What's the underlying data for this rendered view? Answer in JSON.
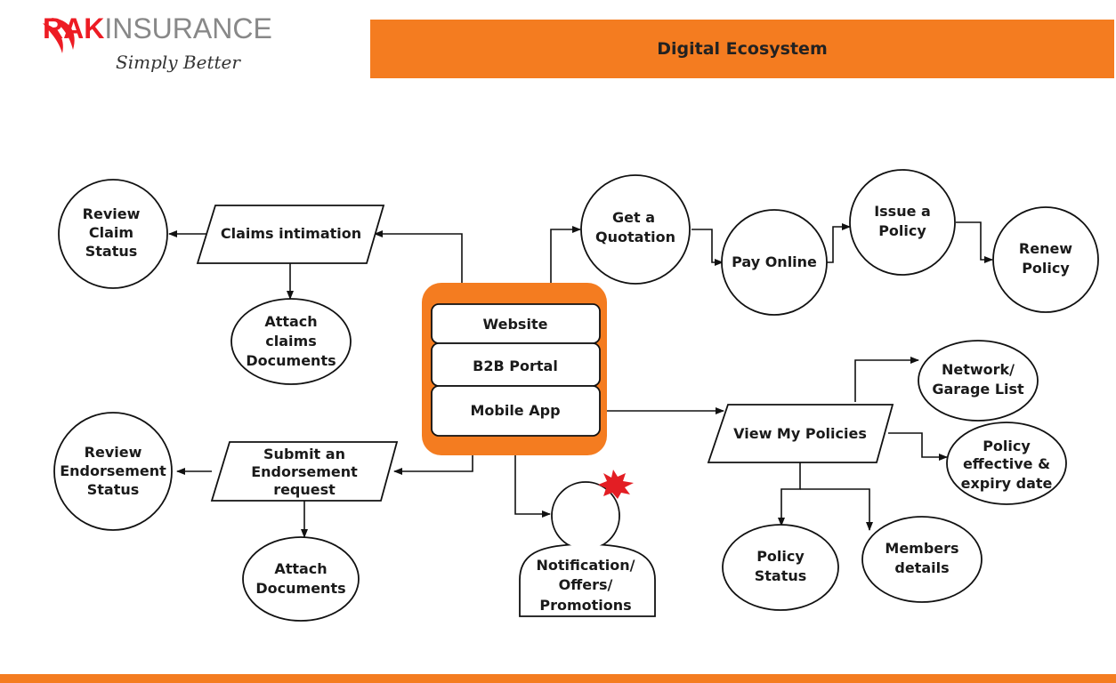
{
  "logo": {
    "brand_bold": "RAK",
    "brand_regular": "INSURANCE",
    "tagline": "Simply Better",
    "icon": "rak-swoosh-icon"
  },
  "header": {
    "title": "Digital Ecosystem"
  },
  "channels": [
    "Website",
    "B2B Portal",
    "Mobile App"
  ],
  "nodes": {
    "claims_intimation": "Claims intimation",
    "review_claim_status": [
      "Review",
      "Claim",
      "Status"
    ],
    "attach_claims_documents": [
      "Attach",
      "claims",
      "Documents"
    ],
    "get_quotation": [
      "Get a",
      "Quotation"
    ],
    "pay_online": "Pay Online",
    "issue_policy": [
      "Issue a",
      "Policy"
    ],
    "renew_policy": [
      "Renew",
      "Policy"
    ],
    "network_garage": [
      "Network/",
      "Garage List"
    ],
    "view_my_policies": "View My Policies",
    "policy_effective_expiry": [
      "Policy",
      "effective &",
      "expiry date"
    ],
    "policy_status": [
      "Policy",
      "Status"
    ],
    "members_details": [
      "Members",
      "details"
    ],
    "submit_endorsement": [
      "Submit an",
      "Endorsement",
      "request"
    ],
    "review_endorsement_status": [
      "Review",
      "Endorsement",
      "Status"
    ],
    "attach_documents": [
      "Attach",
      "Documents"
    ],
    "notification": [
      "Notification/",
      "Offers/",
      "Promotions"
    ]
  },
  "colors": {
    "accent": "#f47c20",
    "star": "#e31e24",
    "brand_red": "#ed1c24"
  }
}
